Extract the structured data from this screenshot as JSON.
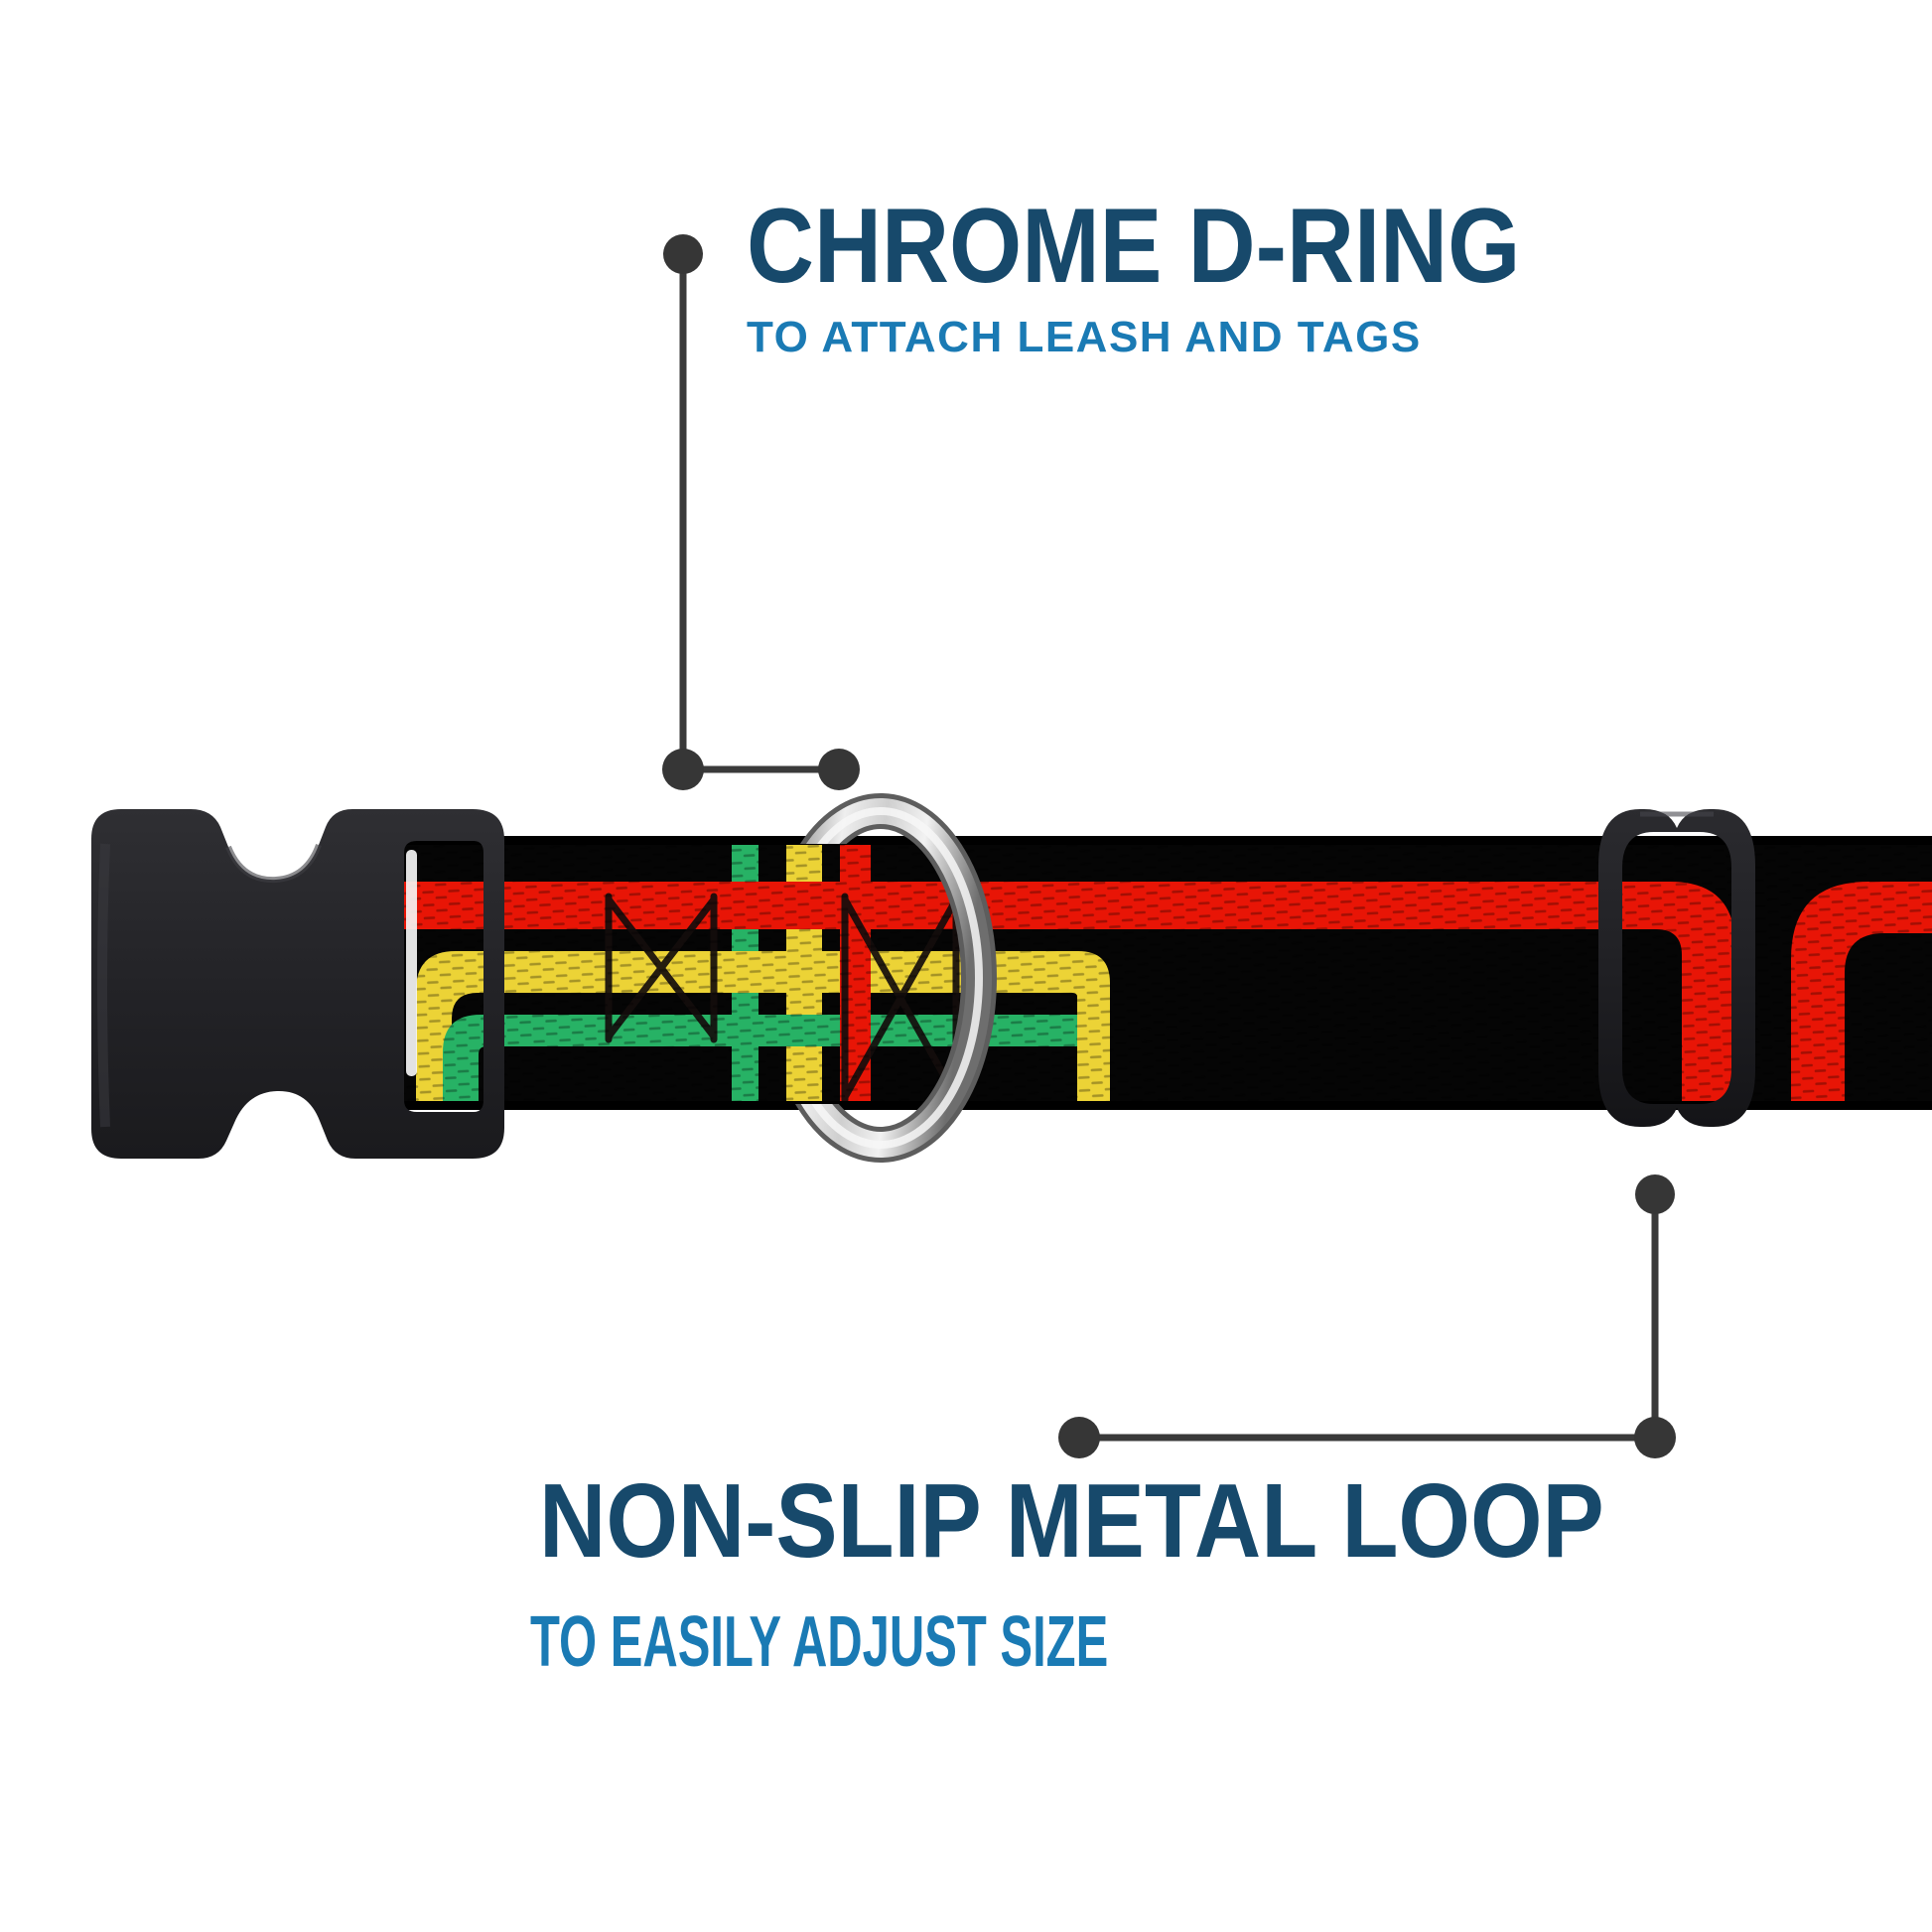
{
  "background_color": "#ffffff",
  "callouts": {
    "pointer_color": "#3a3a3a",
    "top": {
      "title": "CHROME D-RING",
      "subtitle": "TO ATTACH LEASH AND TAGS",
      "title_color": "#17496b",
      "subtitle_color": "#1a7ab4",
      "points_to": "chrome-d-ring"
    },
    "bottom": {
      "title": "NON-SLIP METAL LOOP",
      "subtitle": "TO EASILY ADJUST SIZE",
      "title_color": "#17496b",
      "subtitle_color": "#1a7ab4",
      "points_to": "tri-glide-slider"
    }
  },
  "collar": {
    "buckle_color": "#232327",
    "slider_color": "#202024",
    "ring_finish": "chrome",
    "webbing": {
      "base_color": "#050505",
      "stripe_colors": {
        "red": "#e81506",
        "yellow": "#ecd336",
        "green": "#27b265"
      },
      "outline_color": "#140d0c"
    }
  }
}
